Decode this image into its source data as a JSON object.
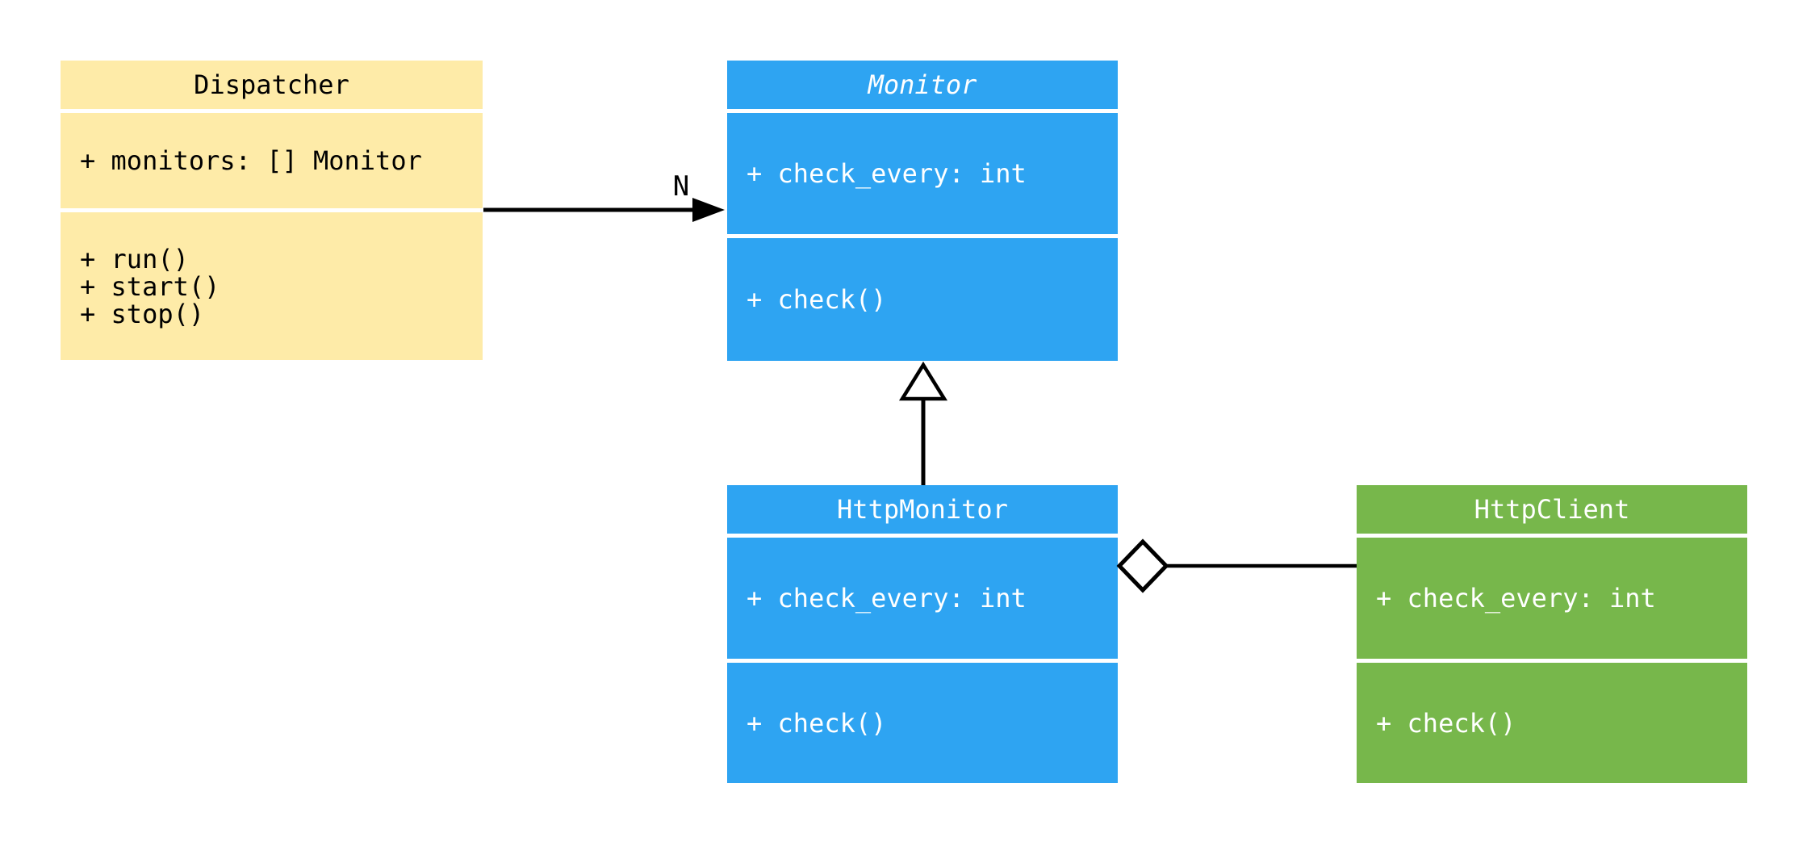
{
  "diagram": {
    "type": "uml-class-diagram",
    "background": "#ffffff",
    "line_color": "#000000",
    "classes": [
      {
        "id": "dispatcher",
        "name": "Dispatcher",
        "abstract": false,
        "fill": "#FEEBA8",
        "text_color": "#000000",
        "attributes": [
          "+ monitors: [] Monitor"
        ],
        "methods": [
          "+ run()",
          "+ start()",
          "+ stop()"
        ]
      },
      {
        "id": "monitor",
        "name": "Monitor",
        "abstract": true,
        "fill": "#2EA4F2",
        "text_color": "#ffffff",
        "attributes": [
          "+ check_every: int"
        ],
        "methods": [
          "+ check()"
        ]
      },
      {
        "id": "http-monitor",
        "name": "HttpMonitor",
        "abstract": false,
        "fill": "#2EA4F2",
        "text_color": "#ffffff",
        "attributes": [
          "+ check_every: int"
        ],
        "methods": [
          "+ check()"
        ]
      },
      {
        "id": "http-client",
        "name": "HttpClient",
        "abstract": false,
        "fill": "#77B74B",
        "text_color": "#ffffff",
        "attributes": [
          "+ check_every: int"
        ],
        "methods": [
          "+ check()"
        ]
      }
    ],
    "relationships": [
      {
        "type": "association",
        "from": "Dispatcher",
        "to": "Monitor",
        "label": "N"
      },
      {
        "type": "inheritance",
        "from": "HttpMonitor",
        "to": "Monitor",
        "label": ""
      },
      {
        "type": "aggregation",
        "from": "HttpMonitor",
        "to": "HttpClient",
        "label": ""
      }
    ]
  }
}
